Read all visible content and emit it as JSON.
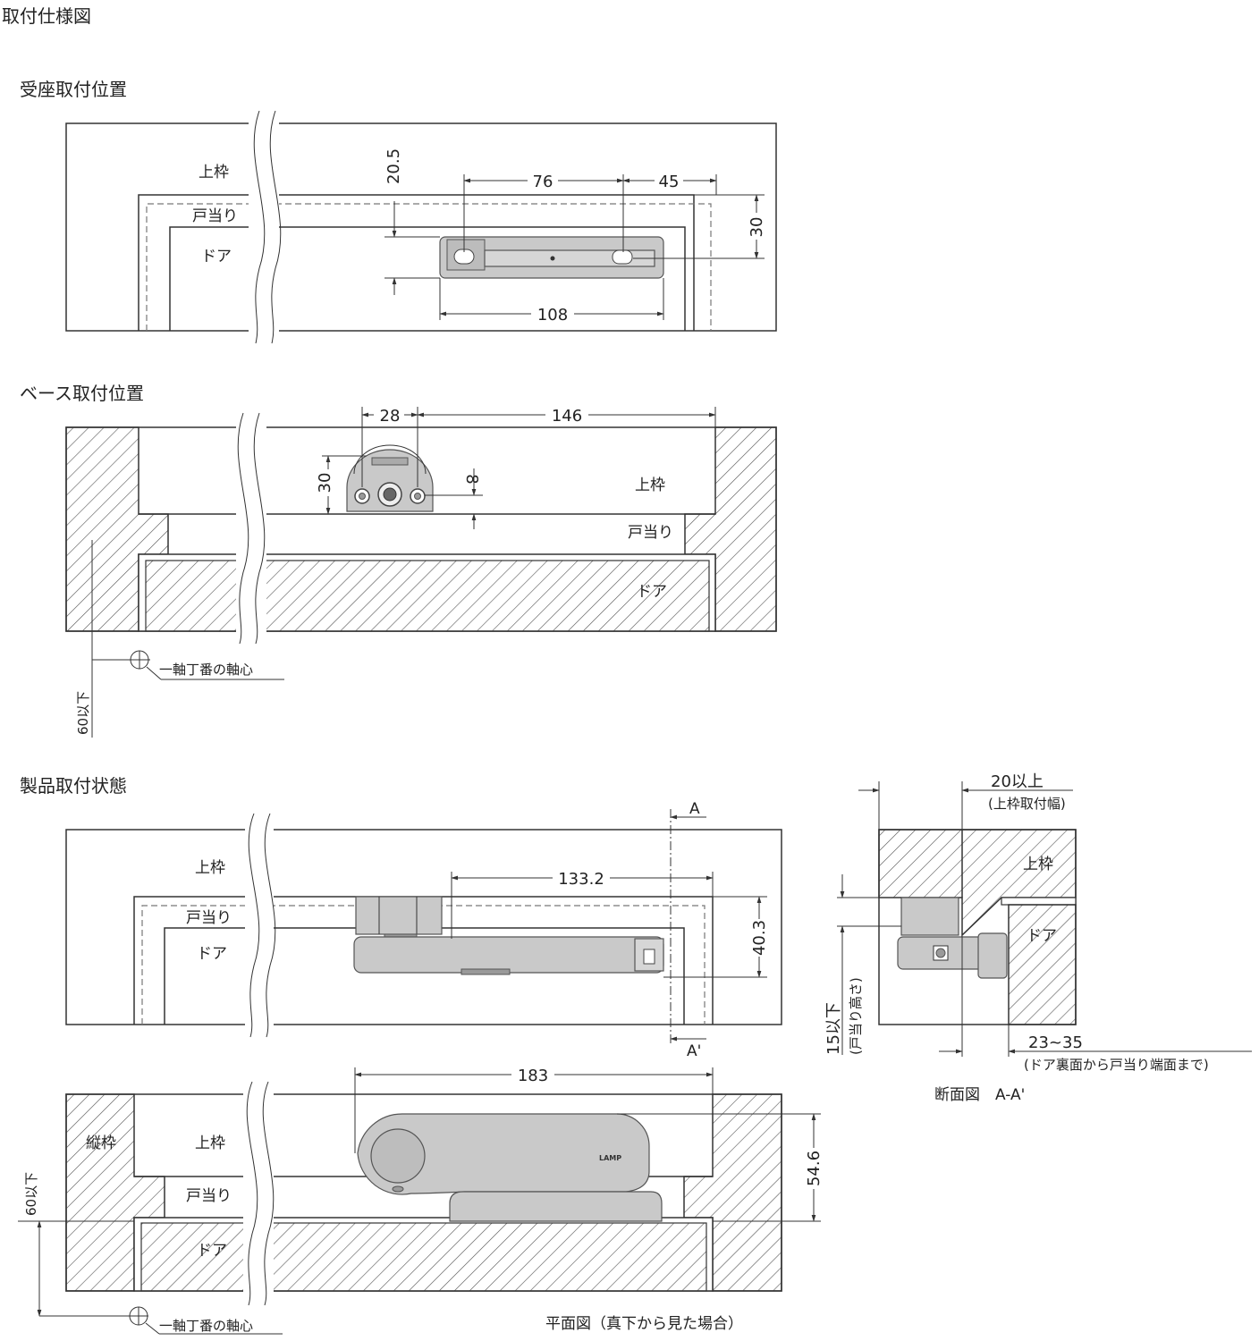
{
  "title": "取付仕様図",
  "sections": {
    "s1": "受座取付位置",
    "s2": "ベース取付位置",
    "s3": "製品取付状態"
  },
  "labels": {
    "upper_frame": "上枠",
    "door_stop": "戸当り",
    "door": "ドア",
    "side_frame": "縦枠",
    "hinge_axis": "一軸丁番の軸心",
    "max60": "60以下",
    "max15": "15以下",
    "stop_height": "(戸当り高さ)",
    "min20": "20以上",
    "frame_width": "(上枠取付幅)",
    "range": "23~35",
    "range_note": "(ドア裏面から戸当り端面まで)",
    "section_caption": "断面図　A-A'",
    "plan_caption": "平面図（真下から見た場合）",
    "mark_a": "A",
    "mark_a2": "A'",
    "logo": "LAMP"
  },
  "dims": {
    "d76": "76",
    "d45": "45",
    "d20_5": "20.5",
    "d30a": "30",
    "d108": "108",
    "d28": "28",
    "d146": "146",
    "d30b": "30",
    "d8": "8",
    "d133_2": "133.2",
    "d40_3": "40.3",
    "d183": "183",
    "d54_6": "54.6"
  }
}
